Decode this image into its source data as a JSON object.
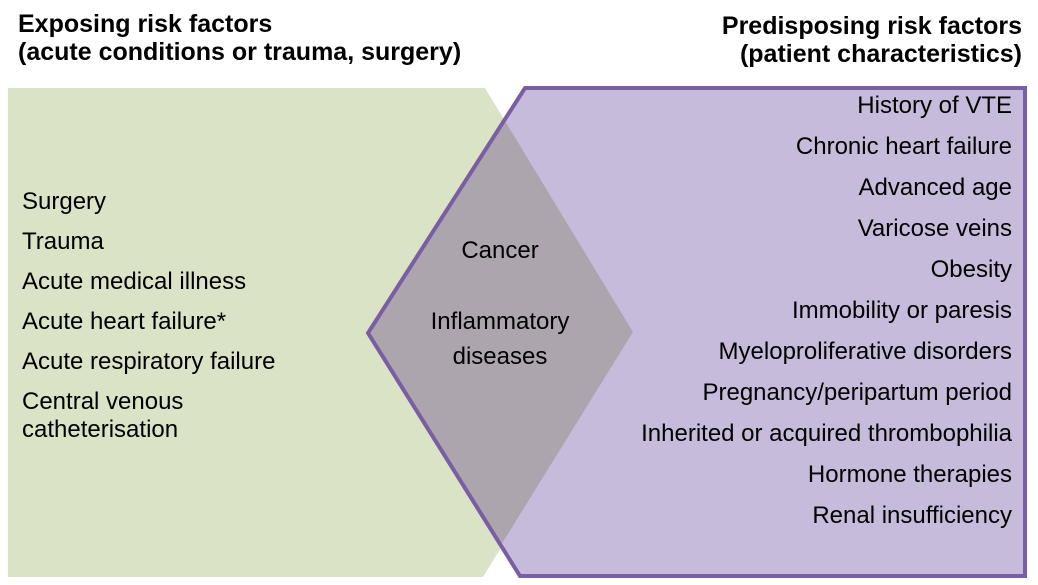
{
  "headers": {
    "exposing": {
      "line1": "Exposing risk factors",
      "line2": "(acute conditions or trauma, surgery)"
    },
    "predisposing": {
      "line1": "Predisposing risk factors",
      "line2": "(patient characteristics)"
    }
  },
  "exposing_list": [
    "Surgery",
    "Trauma",
    "Acute medical illness",
    "Acute heart failure*",
    "Acute respiratory failure",
    "Central venous catheterisation"
  ],
  "overlap_list": [
    "Cancer",
    "Inflammatory diseases"
  ],
  "predisposing_list": [
    "History of VTE",
    "Chronic heart failure",
    "Advanced age",
    "Varicose veins",
    "Obesity",
    "Immobility or paresis",
    "Myeloproliferative disorders",
    "Pregnancy/peripartum period",
    "Inherited or acquired thrombophilia",
    "Hormone therapies",
    "Renal insufficiency"
  ],
  "colors": {
    "exposing_fill": "#dae3c5",
    "predisposing_fill": "#c7bbdb",
    "overlap_fill": "#aca5ae",
    "predisposing_border": "#7a5ea4",
    "text": "#000000"
  }
}
